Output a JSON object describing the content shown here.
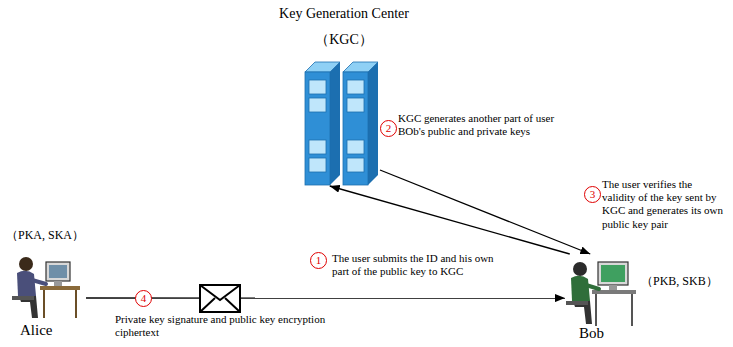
{
  "diagram": {
    "nodes": [
      {
        "text": [
          "Key Generation Center",
          "（KGC）"
        ]
      },
      {
        "text": [
          "（PKA, SKA）",
          "Alice"
        ]
      },
      {
        "text": [
          "（PKB, SKB）",
          "Bob"
        ]
      }
    ],
    "edges": [
      {
        "from": 2,
        "to": 0,
        "arrow": "to",
        "label": "The user submits the ID and his own part of the public key to KGC"
      },
      {
        "from": 0,
        "to": 2,
        "arrow": "to",
        "label": "KGC generates another part of user BOb's public and private keys"
      },
      {
        "from": 1,
        "to": 2,
        "arrow": "to",
        "label": "Private key signature and public key encryption ciphertext"
      }
    ],
    "labels": [
      "1",
      "2",
      "3",
      "4",
      "The user verifies the validity of the key sent by KGC and generates its own public key pair"
    ]
  }
}
